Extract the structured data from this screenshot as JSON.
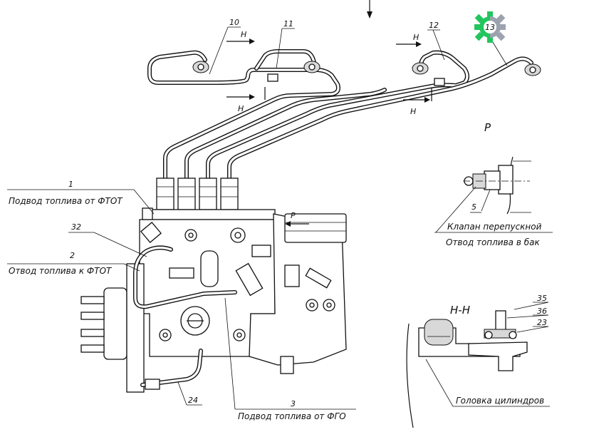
{
  "callouts": {
    "n1": "1",
    "n2": "2",
    "n3": "3",
    "n5": "5",
    "n10": "10",
    "n11": "11",
    "n12": "12",
    "n13": "13",
    "n23": "23",
    "n24": "24",
    "n32": "32",
    "n35": "35",
    "n36": "36"
  },
  "labels": {
    "supply_ftot": "Подвод топлива от ФТОТ",
    "return_ftot": "Отвод топлива к ФТОТ",
    "supply_fgo": "Подвод топлива от ФГО",
    "bypass_valve": "Клапан перепускной",
    "return_tank": "Отвод топлива в бак",
    "cylinder_head": "Головка цилиндров"
  },
  "section_marks": {
    "h": "Н",
    "p": "Р",
    "hh": "Н-Н"
  },
  "icons": {
    "gear_badge": "gear-icon",
    "gear_color_left": "#22c55e",
    "gear_color_right": "#9ca3af"
  }
}
